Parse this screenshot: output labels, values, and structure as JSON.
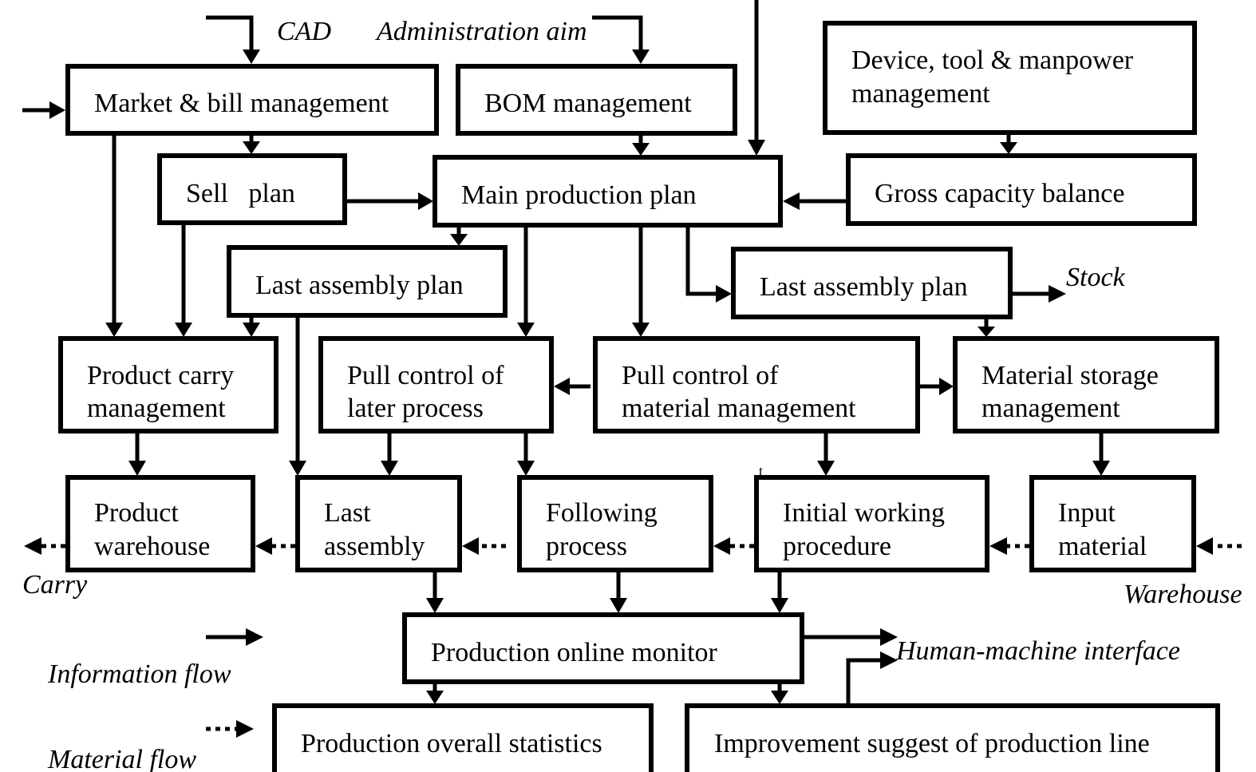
{
  "boxes": {
    "market": {
      "lines": [
        "Market & bill management"
      ]
    },
    "bom": {
      "lines": [
        "BOM management"
      ]
    },
    "device": {
      "lines": [
        "Device, tool & manpower",
        "management"
      ]
    },
    "sell": {
      "lines": [
        "Sell   plan"
      ]
    },
    "main": {
      "lines": [
        "Main production plan"
      ]
    },
    "gross": {
      "lines": [
        "Gross capacity balance"
      ]
    },
    "last_plan_left": {
      "lines": [
        "Last assembly plan"
      ]
    },
    "last_plan_right": {
      "lines": [
        "Last assembly plan"
      ]
    },
    "product_carry": {
      "lines": [
        "Product carry",
        "management"
      ]
    },
    "pull_later": {
      "lines": [
        "Pull control of",
        "later process"
      ]
    },
    "pull_material": {
      "lines": [
        "Pull control of",
        "material management"
      ]
    },
    "material_storage": {
      "lines": [
        "Material storage",
        "management"
      ]
    },
    "product_warehouse": {
      "lines": [
        "Product",
        "warehouse"
      ]
    },
    "last_assembly": {
      "lines": [
        "Last",
        "assembly"
      ]
    },
    "following": {
      "lines": [
        "Following",
        "process"
      ]
    },
    "initial": {
      "lines": [
        "Initial working",
        "procedure"
      ]
    },
    "input": {
      "lines": [
        "Input",
        "material"
      ]
    },
    "monitor": {
      "lines": [
        "Production online monitor"
      ]
    },
    "statistics": {
      "lines": [
        "Production overall statistics"
      ]
    },
    "improvement": {
      "lines": [
        "Improvement suggest of production line"
      ]
    }
  },
  "labels": {
    "cad": "CAD",
    "admin_aim": "Administration aim",
    "stock": "Stock",
    "carry": "Carry",
    "warehouse": "Warehouse",
    "hmi": "Human-machine interface",
    "info_flow": "Information flow",
    "material_flow": "Material flow",
    "stray_mark": "t"
  }
}
